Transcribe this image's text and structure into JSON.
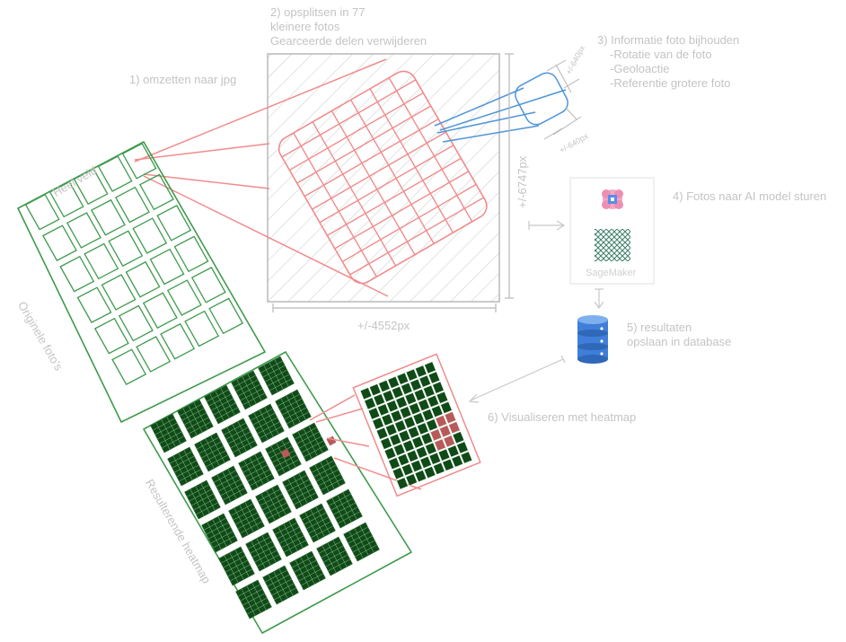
{
  "steps": {
    "s1": "1) omzetten naar jpg",
    "s2_l1": "2) opsplitsen in 77",
    "s2_l2": "kleinere fotos",
    "s2_l3": "Gearceerde delen verwijderen",
    "s3_title": "3) Informatie foto bijhouden",
    "s3_i1": "-Rotatie van de foto",
    "s3_i2": "-Geoloactie",
    "s3_i3": "-Referentie grotere foto",
    "s4": "4) Fotos naar AI model sturen",
    "s5_l1": "5) resultaten",
    "s5_l2": "opslaan in database",
    "s6": "6) Visualiseren met heatmap"
  },
  "labels": {
    "heel_veld": "Heel veld",
    "originele": "Originele foto's",
    "resulterende": "Resulterende heatmap",
    "width_px": "+/-4552px",
    "height_px": "+/-6747px",
    "tile_px_1": "+/-640px",
    "tile_px_2": "+/-640px",
    "sagemaker": "SageMaker"
  },
  "colors": {
    "green": "#3f9a4d",
    "pink": "#f08c8c",
    "blue": "#4e95d9",
    "gray": "#c8c8c8",
    "heat_dark": "#0f4a17",
    "heat_red": "#b85a5a"
  },
  "icons": [
    "brain-chip-icon",
    "mesh-network-icon",
    "database-icon"
  ]
}
